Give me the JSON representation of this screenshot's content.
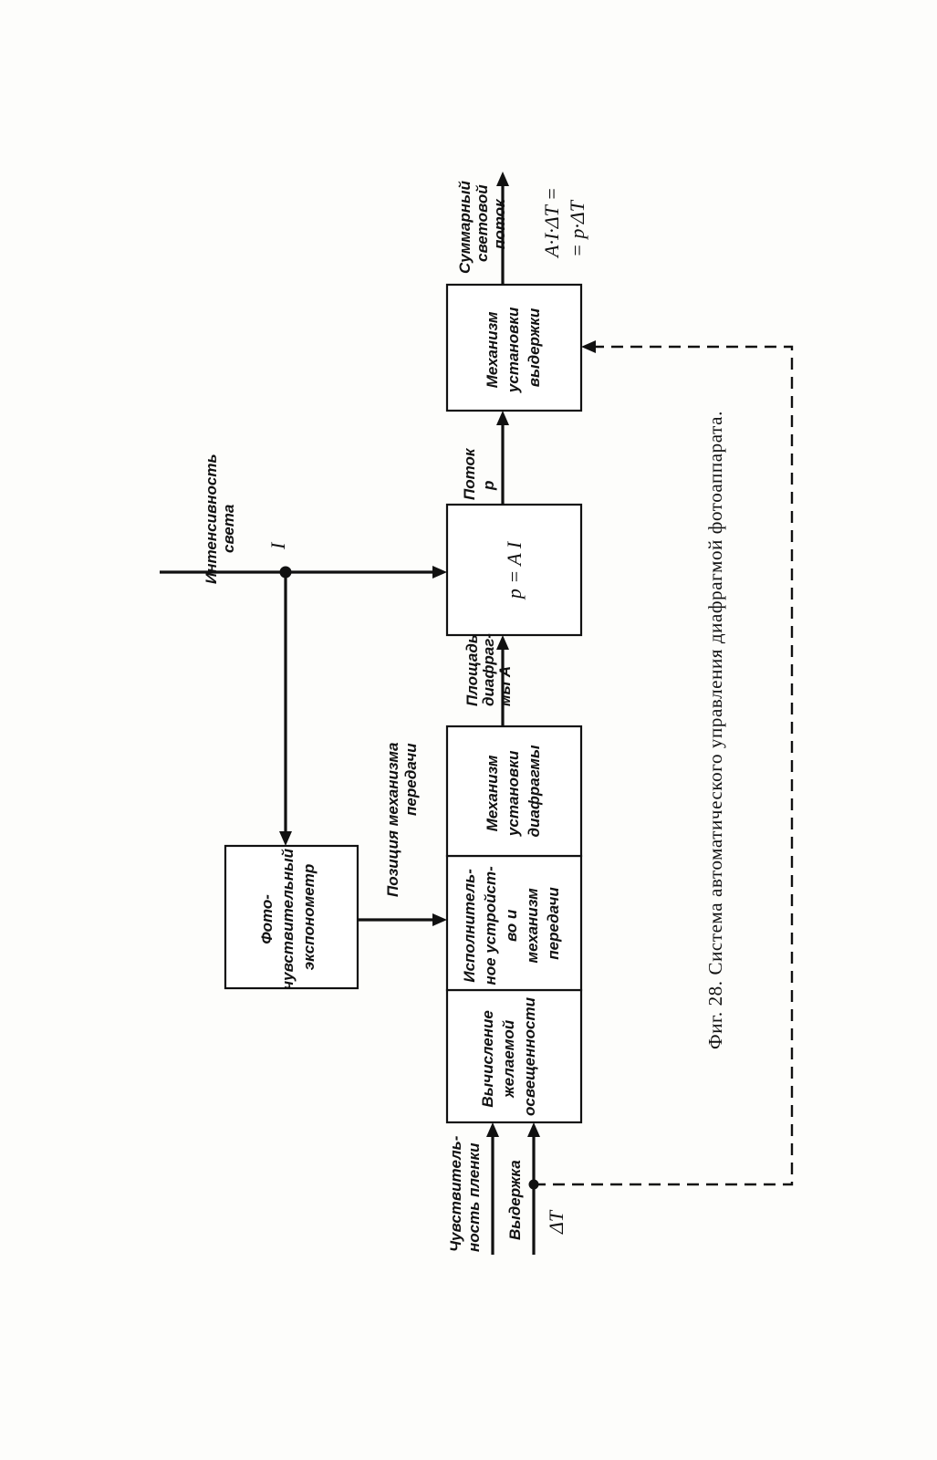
{
  "blocks": {
    "calc": [
      "Вычисление",
      "желаемой",
      "освещенности"
    ],
    "actuator": [
      "Исполнитель-",
      "ное устройст-",
      "во и",
      "механизм",
      "передачи"
    ],
    "aperture_mech": [
      "Механизм",
      "установки",
      "диафрагмы"
    ],
    "multiplier": [
      "p = A I"
    ],
    "shutter_mech": [
      "Механизм",
      "установки",
      "выдержки"
    ],
    "photometer": [
      "Фото-",
      "чувствительный",
      "экспонометр"
    ]
  },
  "labels": {
    "film_sensitivity": [
      "Чувствитель-",
      "ность пленки"
    ],
    "exposure_time": "Выдержка",
    "delta_t": "ΔT",
    "light_intensity": [
      "Интенсивность",
      "света"
    ],
    "intensity_symbol": "I",
    "gear_position": [
      "Позиция механизма",
      "передачи"
    ],
    "aperture_area": [
      "Площадь",
      "диафраг-",
      "мы A"
    ],
    "flux": [
      "Поток",
      "p"
    ],
    "total_flux": [
      "Суммарный",
      "световой",
      "поток"
    ],
    "formula": [
      "A·I·ΔT =",
      "= p·ΔT"
    ]
  },
  "caption": "Фиг. 28. Система автоматического управления диафрагмой фотоаппарата."
}
